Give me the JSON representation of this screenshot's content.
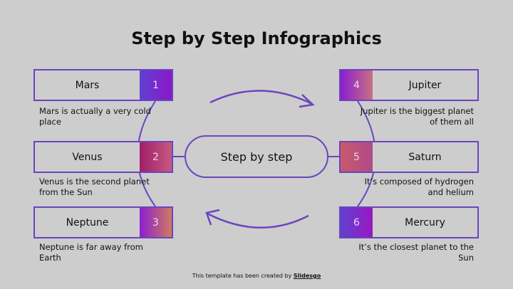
{
  "title": "Step by Step Infographics",
  "center": "Step by step",
  "steps": [
    {
      "num": "1",
      "name": "Mars",
      "desc": "Mars is actually a very cold place",
      "grad": [
        "#6040d0",
        "#8a18c8"
      ]
    },
    {
      "num": "2",
      "name": "Venus",
      "desc": "Venus is the second planet from the Sun",
      "grad": [
        "#a01e6a",
        "#c85a80"
      ]
    },
    {
      "num": "3",
      "name": "Neptune",
      "desc": "Neptune is far away from Earth",
      "grad": [
        "#8a1ed0",
        "#d07a60"
      ]
    },
    {
      "num": "4",
      "name": "Jupiter",
      "desc": "Jupiter is the biggest planet of them all",
      "grad": [
        "#8a1ed0",
        "#c87080"
      ]
    },
    {
      "num": "5",
      "name": "Saturn",
      "desc": "It’s composed of hydrogen and helium",
      "grad": [
        "#c85a6a",
        "#b04a88"
      ]
    },
    {
      "num": "6",
      "name": "Mercury",
      "desc": "It’s the closest planet to the Sun",
      "grad": [
        "#6040d0",
        "#9a18c0"
      ]
    }
  ],
  "credit": {
    "text": "This template has been created by ",
    "link": "Slidesgo"
  },
  "colors": {
    "accent": "#6a45c0",
    "background": "#cdcdcd"
  }
}
